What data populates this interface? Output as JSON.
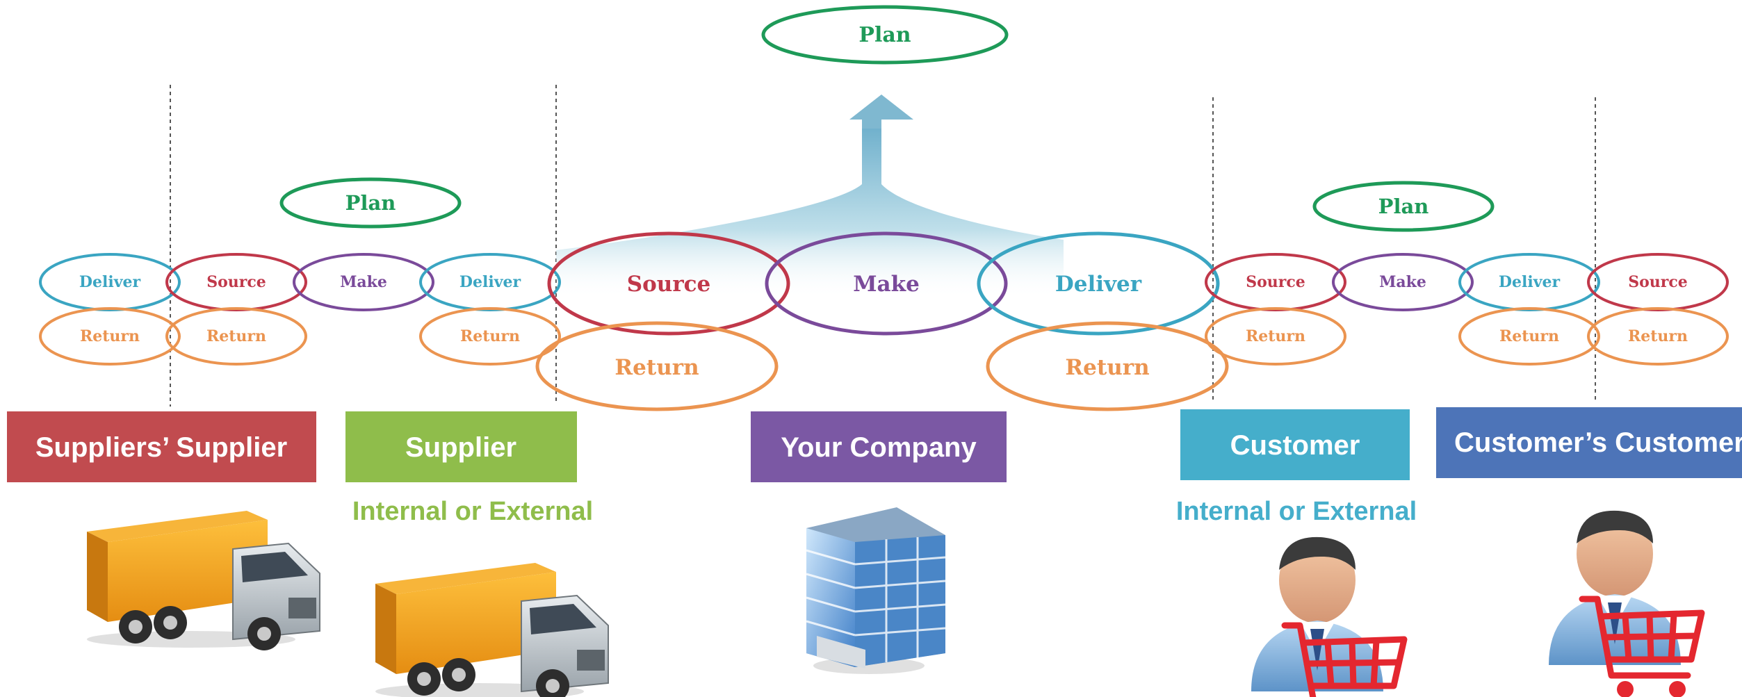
{
  "colors": {
    "plan": "#1e9a58",
    "source": "#c0384a",
    "make": "#7a4a9a",
    "deliver": "#3aa5c2",
    "return": "#eb9450",
    "arrow": "#9ccadb",
    "suppliers_supplier": "#c14b4f",
    "supplier": "#8fbd4b",
    "your_company": "#7b58a4",
    "customer": "#45aecb",
    "customers_customer": "#4d74b8",
    "internal_supplier": "#8fbd4b",
    "internal_customer": "#45aecb"
  },
  "labels": {
    "plan": "Plan",
    "source": "Source",
    "make": "Make",
    "deliver": "Deliver",
    "return": "Return"
  },
  "entities": {
    "suppliers_supplier": "Suppliers’ Supplier",
    "supplier": "Supplier",
    "your_company": "Your Company",
    "customer": "Customer",
    "customers_customer": "Customer’s Customer"
  },
  "subtitles": {
    "supplier": "Internal or External",
    "customer": "Internal or External"
  },
  "icons": {
    "truck": "truck-icon",
    "building": "office-building-icon",
    "shopper": "person-with-cart-icon"
  }
}
